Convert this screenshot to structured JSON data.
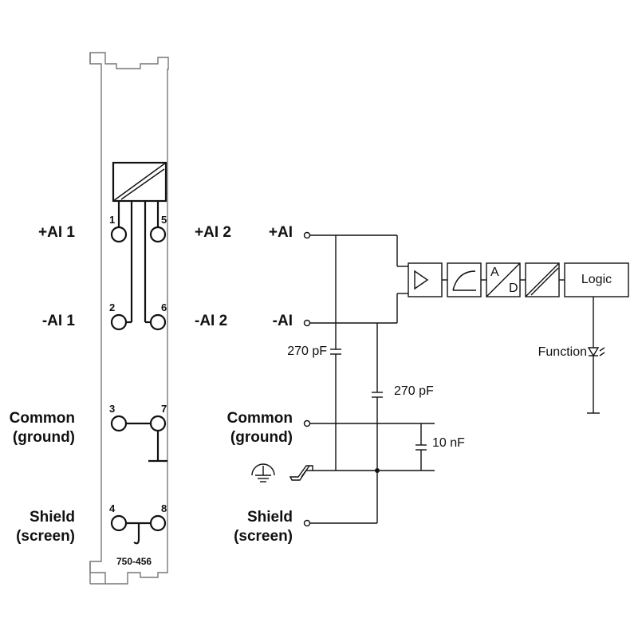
{
  "module": {
    "model": "750-456",
    "left_labels": {
      "ai1_plus": "+AI 1",
      "ai1_minus": "-AI 1",
      "common_1": "Common",
      "common_2": "(ground)",
      "shield_1": "Shield",
      "shield_2": "(screen)"
    },
    "right_labels": {
      "ai2_plus": "+AI 2",
      "ai2_minus": "-AI 2"
    },
    "pins": [
      "1",
      "2",
      "3",
      "4",
      "5",
      "6",
      "7",
      "8"
    ]
  },
  "schematic": {
    "ai_plus": "+AI",
    "ai_minus": "-AI",
    "common_1": "Common",
    "common_2": "(ground)",
    "shield_1": "Shield",
    "shield_2": "(screen)",
    "cap_a": "270 pF",
    "cap_b": "270 pF",
    "cap_c": "10 nF",
    "logic": "Logic",
    "function": "Function",
    "adc_a": "A",
    "adc_d": "D"
  }
}
